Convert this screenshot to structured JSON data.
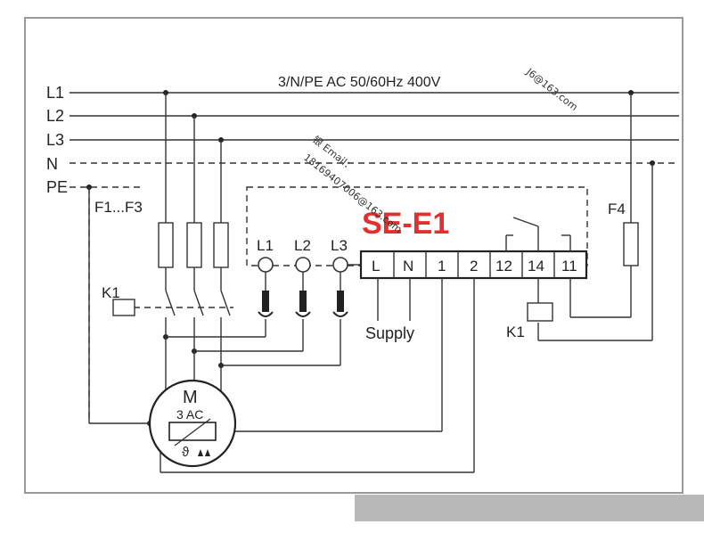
{
  "supply_rating": "3/N/PE AC 50/60Hz 400V",
  "device_name": "SE-E1",
  "device_color": "#e03030",
  "lines": [
    "L1",
    "L2",
    "L3",
    "N",
    "PE"
  ],
  "fuse_group": "F1...F3",
  "fuse_single": "F4",
  "input_terminals": [
    "L1",
    "L2",
    "L3"
  ],
  "terminal_block": [
    "L",
    "N",
    "1",
    "2",
    "12",
    "14",
    "11"
  ],
  "supply_label": "Supply",
  "contactor": "K1",
  "motor": {
    "symbol": "M",
    "type": "3 AC",
    "sensor": "ϑ"
  },
  "watermark": [
    "银 Email：",
    "18169407006@163.com",
    "J6@163.com"
  ]
}
